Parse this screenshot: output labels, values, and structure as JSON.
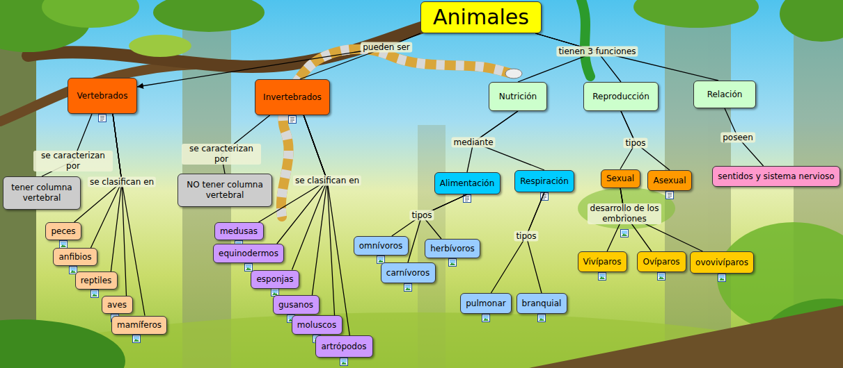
{
  "diagram": {
    "nodes": [
      {
        "text": [
          "Animales"
        ]
      },
      {
        "text": [
          "Vertebrados"
        ]
      },
      {
        "text": [
          "Invertebrados"
        ]
      },
      {
        "text": [
          "Nutrición"
        ]
      },
      {
        "text": [
          "Reproducción"
        ]
      },
      {
        "text": [
          "Relación"
        ]
      },
      {
        "text": [
          "tener columna vertebral"
        ]
      },
      {
        "text": [
          "NO tener columna vertebral"
        ]
      },
      {
        "text": [
          "Alimentación"
        ]
      },
      {
        "text": [
          "Respiración"
        ]
      },
      {
        "text": [
          "Sexual"
        ]
      },
      {
        "text": [
          "Asexual"
        ]
      },
      {
        "text": [
          "sentidos y sistema nervioso"
        ]
      },
      {
        "text": [
          "peces"
        ]
      },
      {
        "text": [
          "anfibios"
        ]
      },
      {
        "text": [
          "reptiles"
        ]
      },
      {
        "text": [
          "aves"
        ]
      },
      {
        "text": [
          "mamíferos"
        ]
      },
      {
        "text": [
          "medusas"
        ]
      },
      {
        "text": [
          "equinodermos"
        ]
      },
      {
        "text": [
          "esponjas"
        ]
      },
      {
        "text": [
          "gusanos"
        ]
      },
      {
        "text": [
          "moluscos"
        ]
      },
      {
        "text": [
          "artrópodos"
        ]
      },
      {
        "text": [
          "omnívoros"
        ]
      },
      {
        "text": [
          "herbívoros"
        ]
      },
      {
        "text": [
          "carnívoros"
        ]
      },
      {
        "text": [
          "pulmonar"
        ]
      },
      {
        "text": [
          "branquial"
        ]
      },
      {
        "text": [
          "Vivíparos"
        ]
      },
      {
        "text": [
          "Ovíparos"
        ]
      },
      {
        "text": [
          "ovovivíparos"
        ]
      }
    ],
    "edges": [
      {
        "from": 0,
        "to": 1,
        "arrow": "to",
        "label": "pueden ser"
      },
      {
        "from": 0,
        "to": 2,
        "arrow": "none"
      },
      {
        "from": 0,
        "to": 3,
        "arrow": "none",
        "label": "tienen 3 funciones"
      },
      {
        "from": 0,
        "to": 4,
        "arrow": "none"
      },
      {
        "from": 0,
        "to": 5,
        "arrow": "none"
      },
      {
        "from": 1,
        "to": 6,
        "arrow": "none",
        "label": "se caracterizan por"
      },
      {
        "from": 1,
        "to": 13,
        "arrow": "none",
        "label": "se clasifican en"
      },
      {
        "from": 1,
        "to": 14,
        "arrow": "none"
      },
      {
        "from": 1,
        "to": 15,
        "arrow": "none"
      },
      {
        "from": 1,
        "to": 16,
        "arrow": "none"
      },
      {
        "from": 1,
        "to": 17,
        "arrow": "none"
      },
      {
        "from": 2,
        "to": 7,
        "arrow": "none",
        "label": "se caracterizan por"
      },
      {
        "from": 2,
        "to": 18,
        "arrow": "none",
        "label": "se clasifican en"
      },
      {
        "from": 2,
        "to": 19,
        "arrow": "none"
      },
      {
        "from": 2,
        "to": 20,
        "arrow": "none"
      },
      {
        "from": 2,
        "to": 21,
        "arrow": "none"
      },
      {
        "from": 2,
        "to": 22,
        "arrow": "none"
      },
      {
        "from": 2,
        "to": 23,
        "arrow": "none"
      },
      {
        "from": 3,
        "to": 8,
        "arrow": "none",
        "label": "mediante"
      },
      {
        "from": 3,
        "to": 9,
        "arrow": "none"
      },
      {
        "from": 4,
        "to": 10,
        "arrow": "none",
        "label": "tipos"
      },
      {
        "from": 4,
        "to": 11,
        "arrow": "none"
      },
      {
        "from": 5,
        "to": 12,
        "arrow": "none",
        "label": "poseen"
      },
      {
        "from": 8,
        "to": 24,
        "arrow": "none",
        "label": "tipos"
      },
      {
        "from": 8,
        "to": 25,
        "arrow": "none"
      },
      {
        "from": 8,
        "to": 26,
        "arrow": "none"
      },
      {
        "from": 9,
        "to": 27,
        "arrow": "none",
        "label": "tipos"
      },
      {
        "from": 9,
        "to": 28,
        "arrow": "none"
      },
      {
        "from": 10,
        "to": 29,
        "arrow": "none",
        "label": "desarrollo de los embriones"
      },
      {
        "from": 10,
        "to": 30,
        "arrow": "none"
      },
      {
        "from": 10,
        "to": 31,
        "arrow": "none"
      }
    ]
  }
}
